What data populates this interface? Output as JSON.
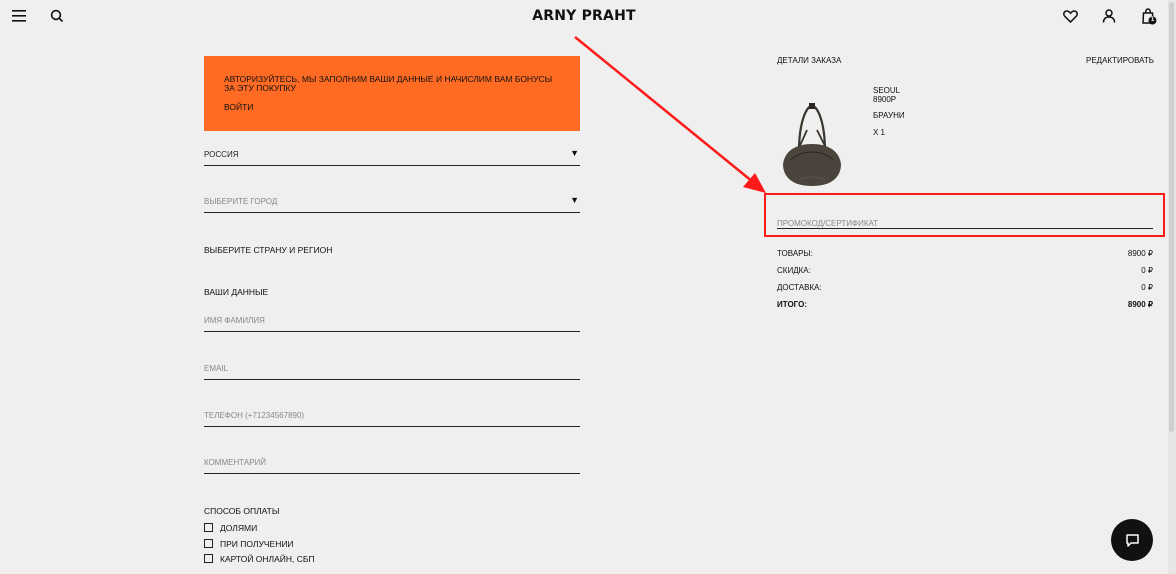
{
  "header": {
    "logo": "ARNY PRAHT",
    "menu_icon": "hamburger-icon",
    "search_icon": "search-icon",
    "wishlist_icon": "heart-icon",
    "account_icon": "user-icon",
    "cart_icon": "shopping-bag-icon",
    "cart_count": "1"
  },
  "banner": {
    "text": "АВТОРИЗУЙТЕСЬ, МЫ ЗАПОЛНИМ ВАШИ ДАННЫЕ И НАЧИСЛИМ ВАМ БОНУСЫ ЗА ЭТУ ПОКУПКУ",
    "login_label": "ВОЙТИ",
    "color": "#ff6b22"
  },
  "form": {
    "country_value": "РОССИЯ",
    "city_placeholder": "ВЫБЕРИТЕ ГОРОД",
    "region_hint": "ВЫБЕРИТЕ СТРАНУ И РЕГИОН",
    "your_data_title": "ВАШИ ДАННЫЕ",
    "name_placeholder": "ИМЯ ФАМИЛИЯ",
    "email_placeholder": "EMAIL",
    "phone_placeholder": "ТЕЛЕФОН (+71234567890)",
    "comment_placeholder": "КОММЕНТАРИЙ",
    "payment_title": "СПОСОБ ОПЛАТЫ",
    "payment_options": [
      "ДОЛЯМИ",
      "ПРИ ПОЛУЧЕНИИ",
      "КАРТОЙ ОНЛАЙН, СБП"
    ]
  },
  "order": {
    "title": "ДЕТАЛИ ЗАКАЗА",
    "edit_label": "РЕДАКТИРОВАТЬ",
    "product": {
      "name": "SEOUL",
      "price": "8900Р",
      "color": "БРАУНИ",
      "qty": "Х 1"
    },
    "promo_placeholder": "ПРОМОКОД/СЕРТИФИКАТ",
    "summary": [
      {
        "label": "ТОВАРЫ:",
        "value": "8900 ₽"
      },
      {
        "label": "СКИДКА:",
        "value": "0 ₽"
      },
      {
        "label": "ДОСТАВКА:",
        "value": "0 ₽"
      },
      {
        "label": "ИТОГО:",
        "value": "8900 ₽"
      }
    ]
  },
  "annotation": {
    "color": "#ff1a1a"
  },
  "chat_icon": "chat-bubble-icon"
}
